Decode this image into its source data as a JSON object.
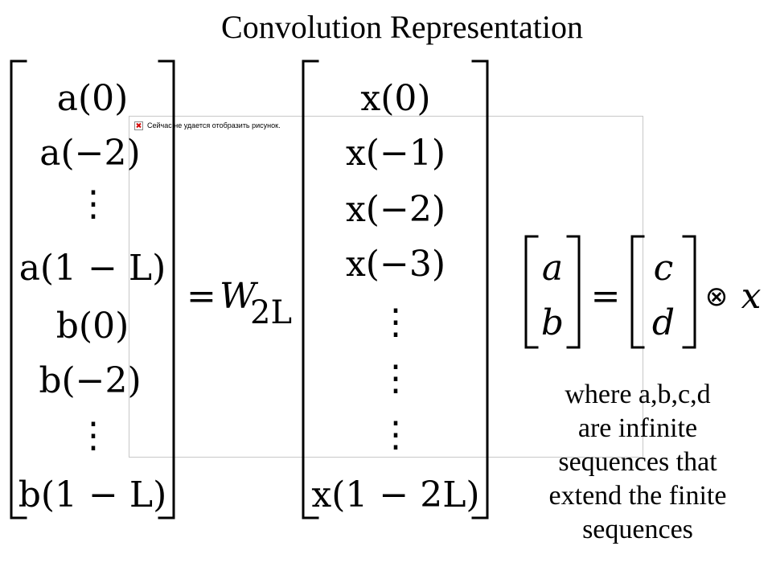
{
  "title": "Convolution Representation",
  "placeholder": {
    "message": "Сейчас не удается отобразить рисунок."
  },
  "left_vector": [
    "a(0)",
    "a(−2)",
    "⋮",
    "a(1 − L)",
    "b(0)",
    "b(−2)",
    "⋮",
    "b(1 − L)"
  ],
  "operator": {
    "equals": "=",
    "symbol": "W",
    "subscript": "2L"
  },
  "right_vector": [
    "x(0)",
    "x(−1)",
    "x(−2)",
    "x(−3)",
    "⋮",
    "⋮",
    "⋮",
    "x(1 − 2L)"
  ],
  "small_equation": {
    "lhs": [
      "a",
      "b"
    ],
    "equals": "=",
    "rhs": [
      "c",
      "d"
    ],
    "operator": "⊗",
    "variable": "x"
  },
  "caption": {
    "lines": [
      "where a,b,c,d",
      "are infinite",
      "sequences that",
      "extend the finite",
      "sequences"
    ]
  }
}
